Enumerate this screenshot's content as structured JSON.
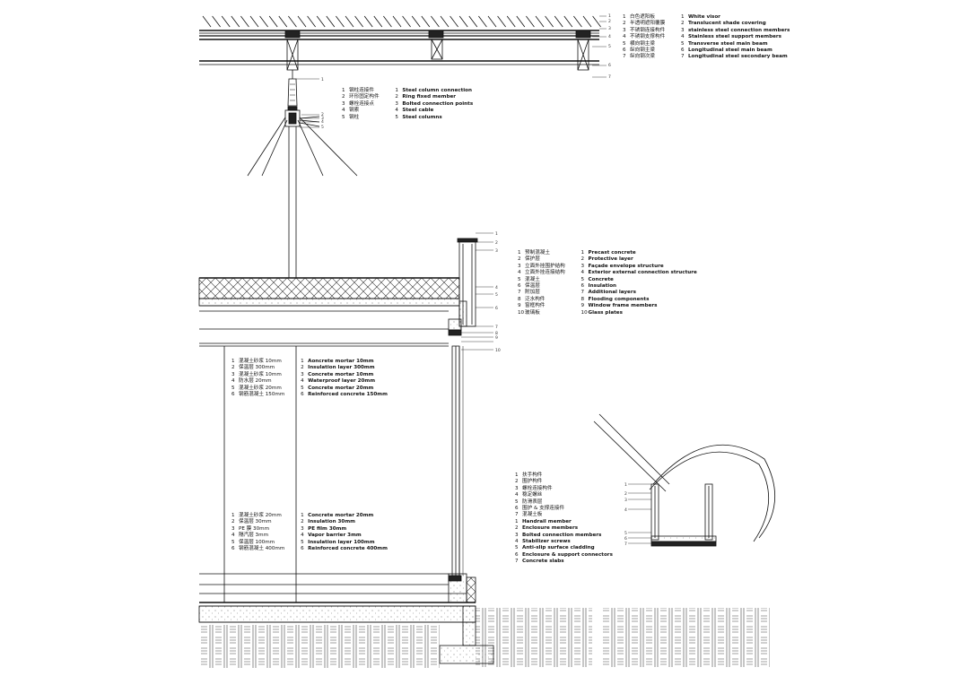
{
  "legends": {
    "roof": {
      "zh": [
        "白色遮阳板",
        "半透明遮阳覆膜",
        "不锈钢连接构件",
        "不锈钢支撑构件",
        "横向钢主梁",
        "纵向钢主梁",
        "纵向钢次梁"
      ],
      "en": [
        "White visor",
        "Translucent shade covering",
        "stainless steel connection members",
        "Stainless steel support members",
        "Transverse steel main beam",
        "Longitudinal steel main beam",
        "Longitudinal steel secondary beam"
      ]
    },
    "column": {
      "zh": [
        "钢柱连接件",
        "环形固定构件",
        "螺栓连接点",
        "钢索",
        "钢柱"
      ],
      "en": [
        "Steel column connection",
        "Ring fixed member",
        "Bolted connection points",
        "Steel cable",
        "Steel columns"
      ]
    },
    "facade": {
      "zh": [
        "预制混凝土",
        "保护层",
        "立面外挂围护结构",
        "立面外挂连接结构",
        "混凝土",
        "保温层",
        "附加层",
        "泛水构件",
        "窗框构件",
        "玻璃板"
      ],
      "en": [
        "Precast concrete",
        "Protective layer",
        "Façade envelope structure",
        "Exterior external connection structure",
        "Concrete",
        "Insulation",
        "Additional layers",
        "Flooding components",
        "Window frame members",
        "Glass plates"
      ]
    },
    "roof_layers": {
      "zh": [
        "混凝土砂浆  10mm",
        "保温层  300mm",
        "混凝土砂浆  10mm",
        "防水层  20mm",
        "混凝土砂浆  20mm",
        "钢筋混凝土  150mm"
      ],
      "en": [
        "Aoncrete mortar  10mm",
        "Insulation layer  300mm",
        "Concrete mortar  10mm",
        "Waterproof layer  20mm",
        "Concrete mortar  20mm",
        "Reinforced concrete  150mm"
      ]
    },
    "floor_layers": {
      "zh": [
        "混凝土砂浆  20mm",
        "保温层  30mm",
        "PE 膜  30mm",
        "隔汽层  3mm",
        "保温层  100mm",
        "钢筋混凝土  400mm"
      ],
      "en": [
        "Concrete mortar  20mm",
        "Insulation  30mm",
        "PE film  30mm",
        "Vapor barrier  3mm",
        "Insulation layer  100mm",
        "Reinforced concrete  400mm"
      ]
    },
    "handrail": {
      "zh": [
        "扶手构件",
        "围护构件",
        "螺栓连接构件",
        "稳定螺丝",
        "防滑表层",
        "围护 & 支撑连接件",
        "混凝土板"
      ],
      "en": [
        "Handrail member",
        "Enclosure members",
        "Bolted connection members",
        "Stabilizer screws",
        "Anti-slip surface cladding",
        "Enclosure & support connectors",
        "Concrete slabs"
      ]
    }
  },
  "callouts": {
    "roof": [
      "1",
      "2",
      "3",
      "4",
      "5",
      "6",
      "7"
    ],
    "column": [
      "1",
      "2",
      "3",
      "4",
      "5"
    ],
    "facade": [
      "1",
      "2",
      "3",
      "4",
      "5",
      "6",
      "7",
      "8",
      "9",
      "10"
    ],
    "handrail": [
      "1",
      "2",
      "3",
      "4",
      "5",
      "6",
      "7"
    ]
  },
  "colors": {
    "line": "#111111",
    "hatch": "#444444",
    "paper": "#ffffff"
  }
}
